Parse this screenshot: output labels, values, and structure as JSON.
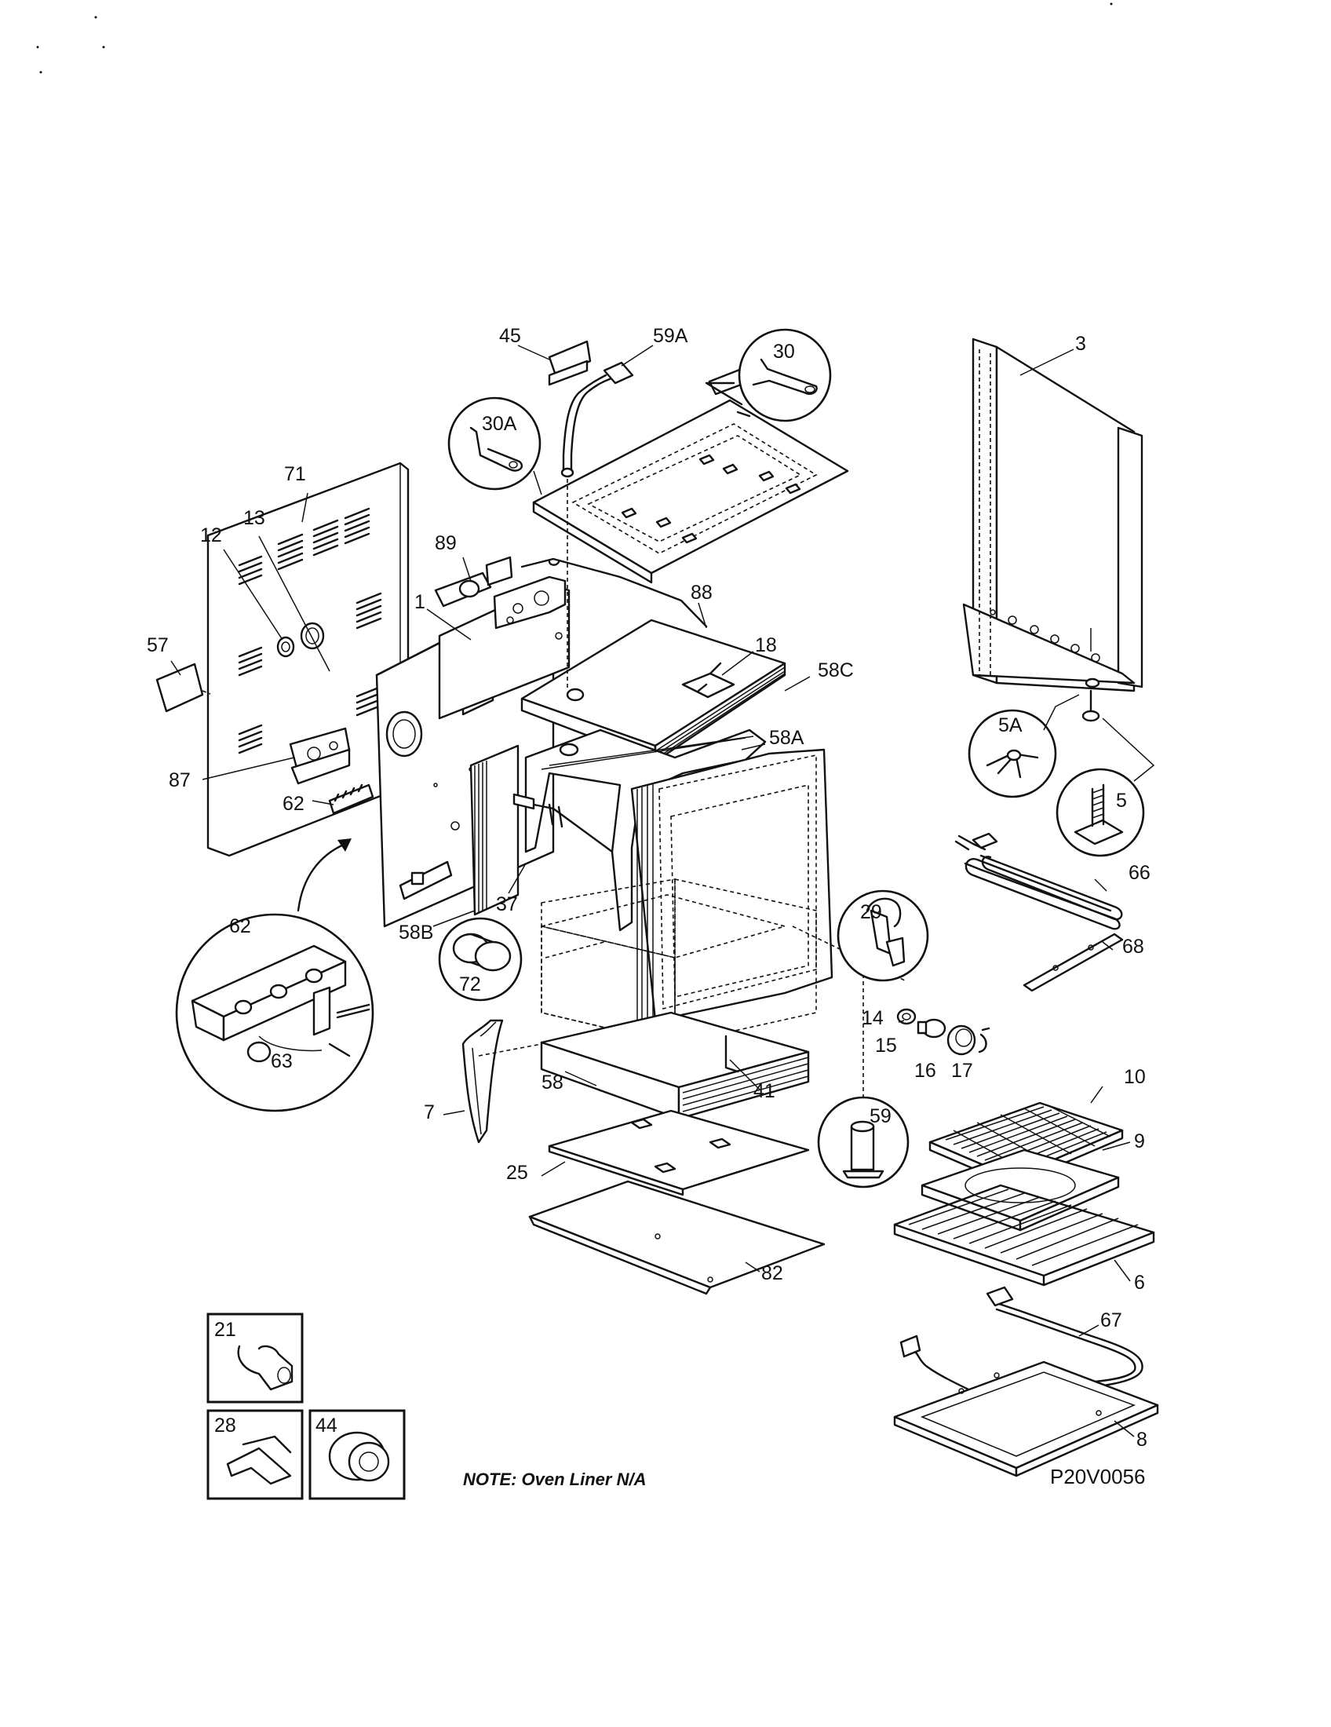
{
  "labels": {
    "l1": "1",
    "l3": "3",
    "l5": "5",
    "l5a": "5A",
    "l6": "6",
    "l7": "7",
    "l8": "8",
    "l9": "9",
    "l10": "10",
    "l12": "12",
    "l13": "13",
    "l14": "14",
    "l15": "15",
    "l16": "16",
    "l17": "17",
    "l18": "18",
    "l21": "21",
    "l25": "25",
    "l28": "28",
    "l29": "29",
    "l30": "30",
    "l30a": "30A",
    "l37": "37",
    "l41": "41",
    "l44": "44",
    "l45": "45",
    "l57": "57",
    "l58": "58",
    "l58a": "58A",
    "l58b": "58B",
    "l58c": "58C",
    "l59": "59",
    "l59a": "59A",
    "l62a": "62",
    "l62b": "62",
    "l63": "63",
    "l66": "66",
    "l67": "67",
    "l68": "68",
    "l71": "71",
    "l72": "72",
    "l82": "82",
    "l87": "87",
    "l88": "88",
    "l89": "89"
  },
  "note": "NOTE:  Oven Liner N/A",
  "diagram_code": "P20V0056"
}
